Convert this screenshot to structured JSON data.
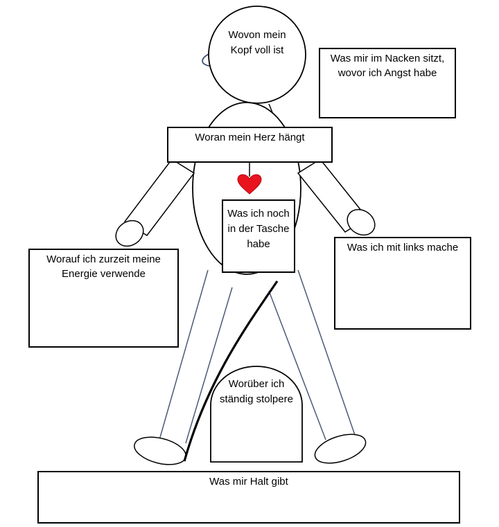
{
  "labels": {
    "head": "Wovon mein Kopf voll ist",
    "neck": "Was mir im Nacken sitzt, wovor ich Angst habe",
    "heart": "Woran mein Herz hängt",
    "pocket": "Was ich noch in der Tasche habe",
    "energy": "Worauf ich zurzeit meine Energie verwende",
    "left_hand": "Was ich mit links mache",
    "stumble": "Worüber ich ständig stolpere",
    "support": "Was mir Halt gibt"
  },
  "colors": {
    "outline": "#000000",
    "leg_line": "#4a5a78",
    "heart": "#e8141e"
  }
}
